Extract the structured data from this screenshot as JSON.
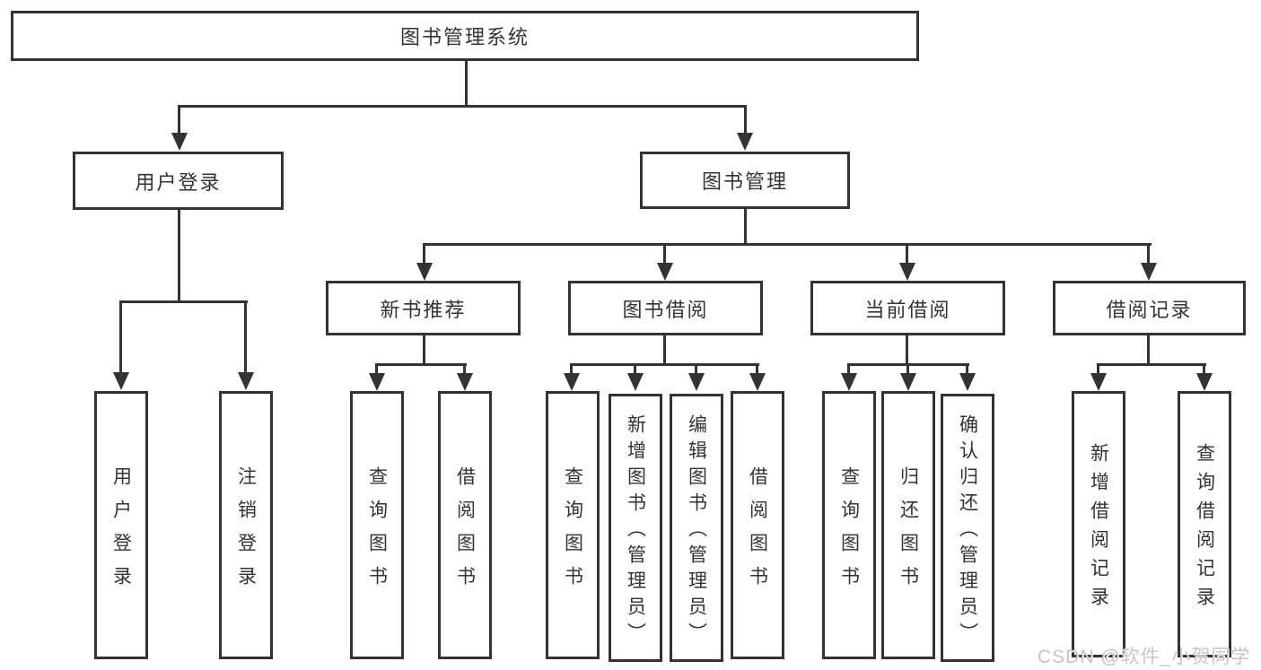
{
  "diagram": {
    "root": {
      "label": "图书管理系统"
    },
    "level2": [
      {
        "label": "用户登录"
      },
      {
        "label": "图书管理"
      }
    ],
    "level3": [
      {
        "label": "新书推荐"
      },
      {
        "label": "图书借阅"
      },
      {
        "label": "当前借阅"
      },
      {
        "label": "借阅记录"
      }
    ],
    "leaves": {
      "user_login": [
        "用户登录",
        "注销登录"
      ],
      "new_book_recommend": [
        "查询图书",
        "借阅图书"
      ],
      "book_borrow": [
        "查询图书",
        "新增图书（管理员）",
        "编辑图书（管理员）",
        "借阅图书"
      ],
      "current_borrow": [
        "查询图书",
        "归还图书",
        "确认归还（管理员）"
      ],
      "borrow_record": [
        "新增借阅记录",
        "查询借阅记录"
      ]
    }
  },
  "watermark": {
    "text": "CSDN @软件_小贺同学"
  },
  "colors": {
    "line": "#333333",
    "text": "#333333",
    "watermark": "#c6c6c6",
    "background": "#ffffff"
  }
}
